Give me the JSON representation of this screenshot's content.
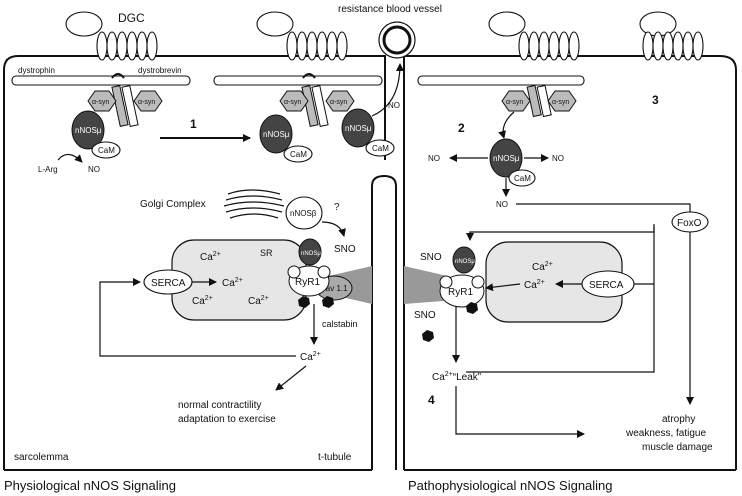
{
  "top": {
    "dgc": "DGC",
    "resistance_vessel": "resistance blood vessel",
    "dystrophin": "dystrophin",
    "dystrobrevin": "dystrobrevin"
  },
  "molecules": {
    "alpha_syn": "α-syn",
    "nnos_mu": "nNOSμ",
    "nnos_beta": "nNOSβ",
    "cam": "CaM",
    "l_arg": "L-Arg",
    "no": "NO",
    "sno": "SNO",
    "serca": "SERCA",
    "ryr1": "RyR1",
    "cav11": "Cav 1.1",
    "calstabin": "calstabin",
    "sr": "SR",
    "ca2": "Ca",
    "ca_sup": "2+",
    "leak": "“Leak”",
    "foxo": "FoxO",
    "question": "?"
  },
  "labels": {
    "golgi": "Golgi Complex",
    "step1": "1",
    "step2": "2",
    "step3": "3",
    "step4": "4",
    "normal_contractility": "normal contractility",
    "adaptation": "adaptation to exercise",
    "sarcolemma": "sarcolemma",
    "t_tubule": "t-tubule",
    "atrophy": "atrophy",
    "weakness": "weakness, fatigue",
    "muscle_damage": "muscle damage"
  },
  "captions": {
    "left": "Physiological nNOS Signaling",
    "right": "Pathophysiological nNOS Signaling"
  }
}
